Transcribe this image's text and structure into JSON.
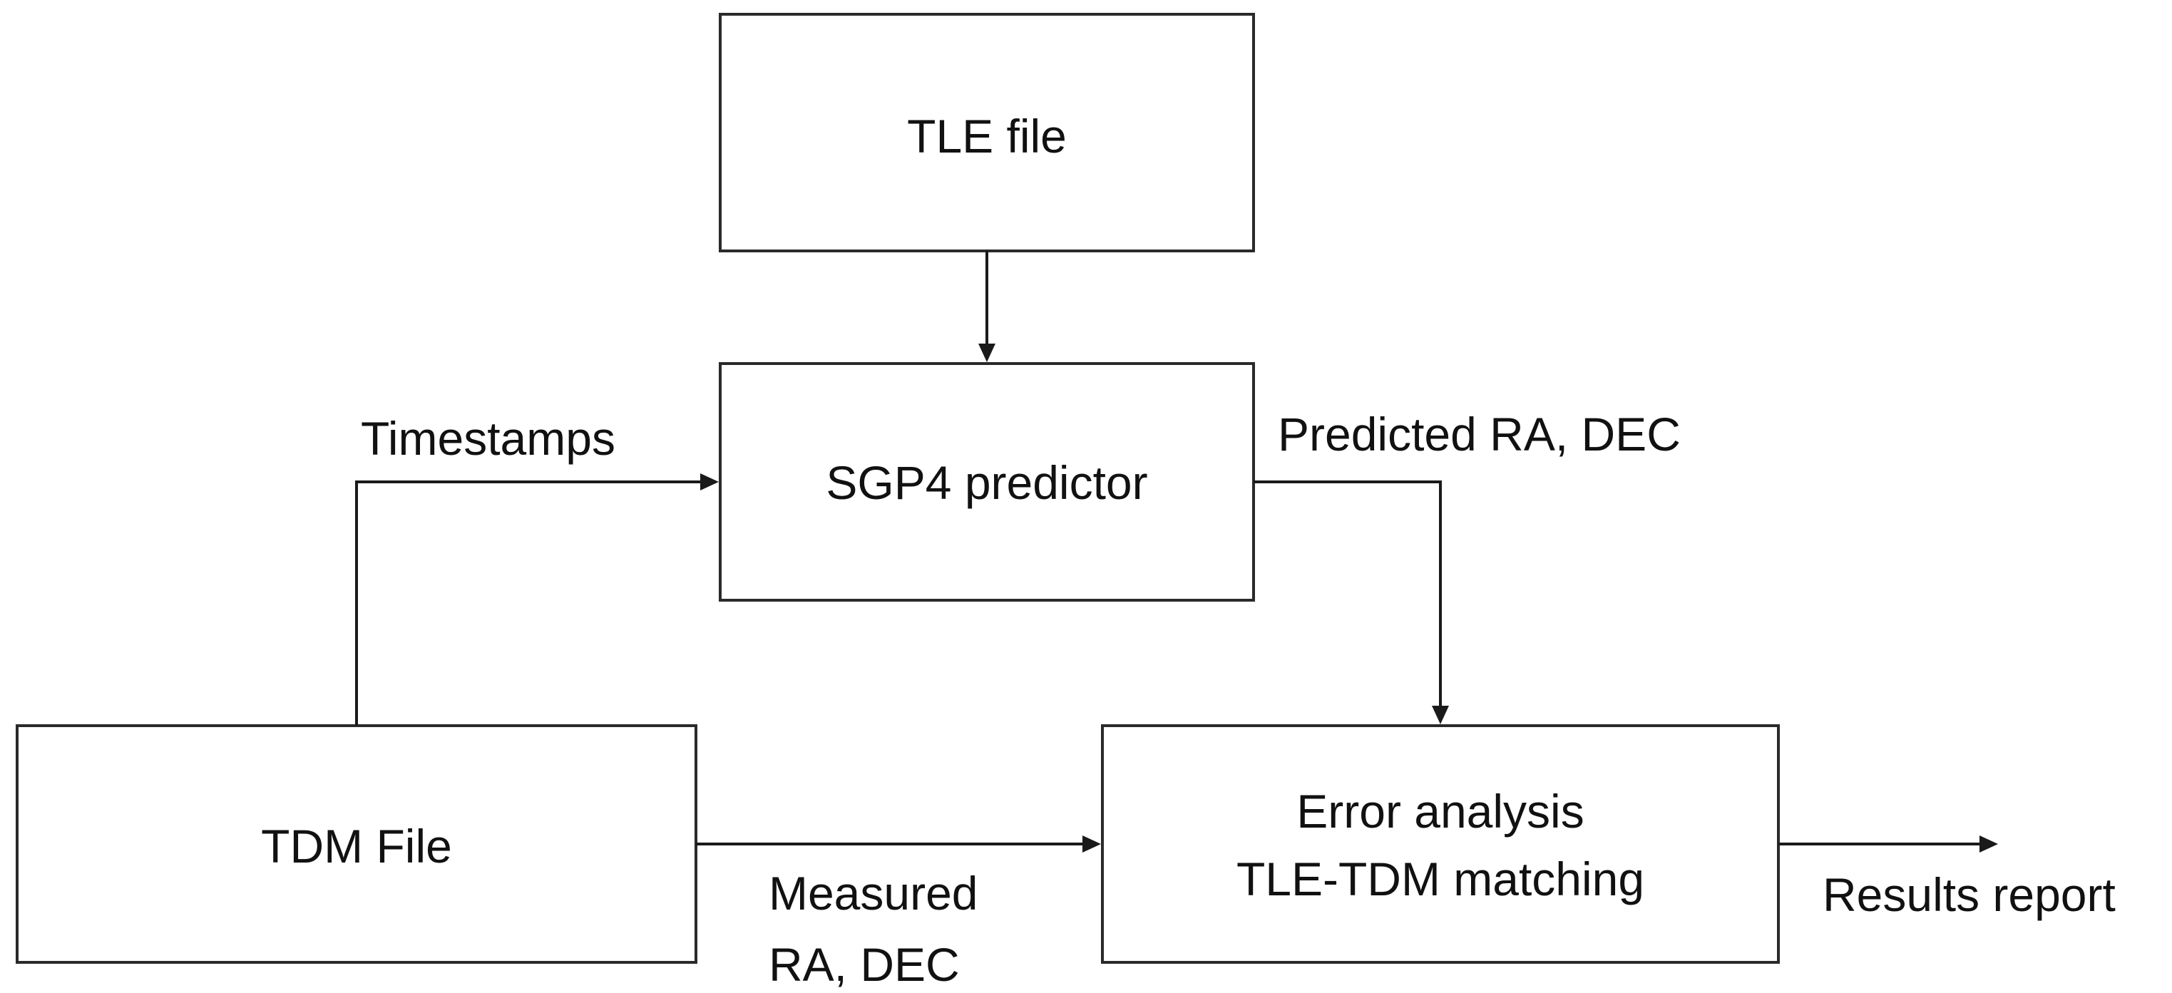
{
  "nodes": {
    "tle_file": {
      "label": "TLE file"
    },
    "sgp4_predictor": {
      "label": "SGP4 predictor"
    },
    "tdm_file": {
      "label": "TDM File"
    },
    "error_analysis": {
      "line1": "Error analysis",
      "line2": "TLE-TDM matching"
    }
  },
  "edges": {
    "timestamps": {
      "label": "Timestamps"
    },
    "predicted": {
      "label": "Predicted RA, DEC"
    },
    "measured": {
      "line1": "Measured",
      "line2": "RA, DEC"
    },
    "results": {
      "label": "Results report"
    },
    "tle_to_sgp4": {
      "label": ""
    }
  }
}
